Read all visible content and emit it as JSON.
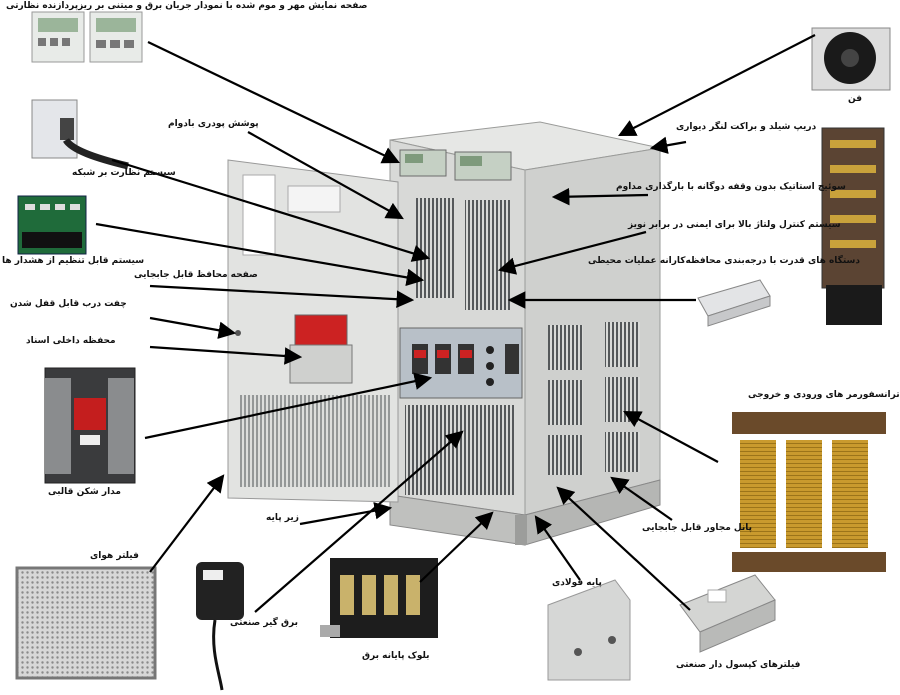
{
  "labels": {
    "display_panel": "صفحه نمایش مهر و موم شده با نمودار جریان برق و میتنی بر ریزپردازنده نظارتی",
    "powder_coat": "پوشش پودری بادوام",
    "drip_shield": "دریپ شیلد و براکت لنگر دیواری",
    "fan": "فن",
    "monitoring": "سیستم نظارت بر شبکه",
    "static_switch": "سوئیچ استاتیک بدون وقفه دوگانه با بارگذاری مداوم",
    "voltage_control": "سیستم کنترل ولتاژ بالا برای ایمنی در برابر نویز",
    "alarm_setting": "سیستم قابل تنظیم از هشدار ها",
    "power_devices": "دستگاه های قدرت با درجه‌بندی محافظه‌کارانه عملیات محیطی",
    "removable_panel": "صفحه محافظ قابل جابجایی",
    "door_lock": "چفت درب قابل قفل شدن",
    "doc_holder": "محفظه داخلی اسناد",
    "transformers": "ترانسفورمر های ورودی و خروجی",
    "breaker": "مدار شکن قالبی",
    "adjacent_panel": "پانل مجاور قابل جابجایی",
    "base_plinth": "زیر پایه",
    "air_filter": "فیلتر هوای",
    "steel_leg": "پایه فولادی",
    "surge_arrester": "برق گیر صنعتی",
    "terminal_block": "بلوک پایانه برق",
    "capsule_filters": "فیلترهای کپسول دار صنعتی"
  }
}
